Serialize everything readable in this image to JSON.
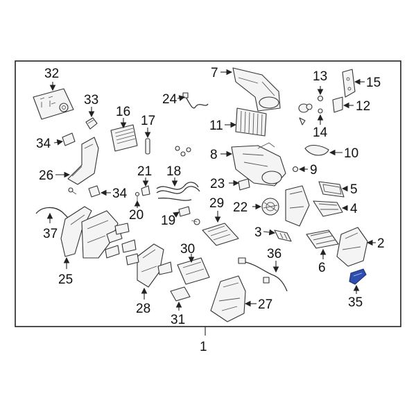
{
  "diagram": {
    "highlight_color": "#2f4fb0",
    "labels": {
      "l1": "1",
      "l2": "2",
      "l3": "3",
      "l4": "4",
      "l5": "5",
      "l6": "6",
      "l7": "7",
      "l8": "8",
      "l9": "9",
      "l10": "10",
      "l11": "11",
      "l12": "12",
      "l13": "13",
      "l14": "14",
      "l15": "15",
      "l16": "16",
      "l17": "17",
      "l18": "18",
      "l19": "19",
      "l20": "20",
      "l21": "21",
      "l22": "22",
      "l23": "23",
      "l24": "24",
      "l25": "25",
      "l26": "26",
      "l27": "27",
      "l28": "28",
      "l29": "29",
      "l30": "30",
      "l31": "31",
      "l32": "32",
      "l33": "33",
      "l34a": "34",
      "l34b": "34",
      "l35": "35",
      "l36": "36",
      "l37": "37"
    }
  }
}
